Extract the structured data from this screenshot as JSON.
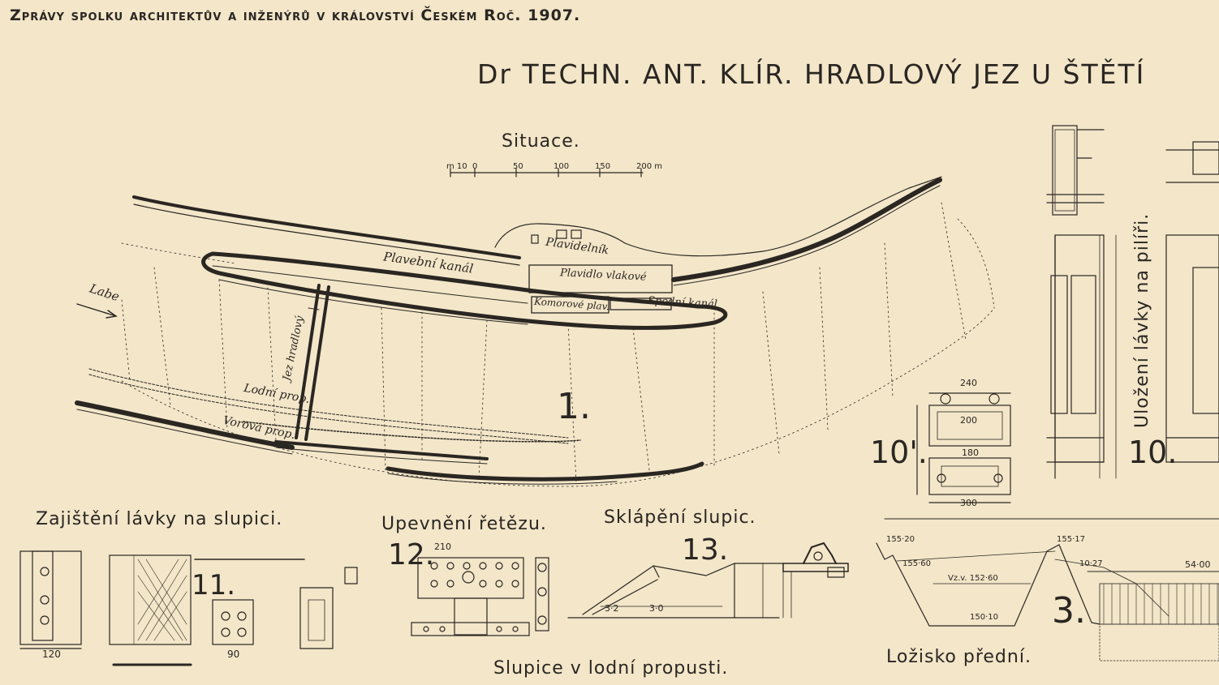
{
  "header": "Zprávy spolku architektův a inženýrů v království Českém Roč. 1907.",
  "title": "Dr TECHN. ANT. KLÍR. HRADLOVÝ JEZ U ŠTĚTÍ",
  "sections": {
    "situace": "Situace.",
    "zajisteni": "Zajištění lávky na slupici.",
    "upevneni": "Upevnění řetězu.",
    "sklapeni": "Sklápění slupic.",
    "slupice": "Slupice v lodní propusti.",
    "lozisko": "Ložisko přední.",
    "ulozeni": "Uložení lávky na pilíři."
  },
  "figure_numbers": {
    "fig1": "1.",
    "fig3": "3.",
    "fig10": "10.",
    "fig10b": "10'.",
    "fig11": "11.",
    "fig12": "12.",
    "fig13": "13."
  },
  "plan_labels": {
    "plavebni_kanal": "Plavební kanál",
    "plavidlo_vlakove": "Plavidlo vlakové",
    "komorove_plav": "Komorové plav.",
    "spodni_kanal": "Spodní kanál",
    "plavidelnik": "Plavidelník",
    "lodni_prop": "Lodní prop.",
    "vorova_prop": "Vorová prop.",
    "jez_hradlovy": "Jez hradlový",
    "labe": "Labe"
  },
  "scale_labels": [
    "m 10",
    "0",
    "50",
    "100",
    "150",
    "200 m"
  ],
  "dimension_labels": {
    "d240": "240",
    "d200": "200",
    "d180": "180",
    "d300": "300",
    "d120": "120",
    "d90": "90",
    "d210": "210",
    "d32": "3·2",
    "d30": "3·0",
    "d5400": "54·00",
    "d15620": "155·20",
    "d15560": "155·60",
    "d15010": "150·10",
    "d15517": "155·17",
    "vzv": "Vz.v. 152·60",
    "d1027": "10·27"
  },
  "colors": {
    "paper": "#f3e6c9",
    "ink": "#2a2622"
  }
}
